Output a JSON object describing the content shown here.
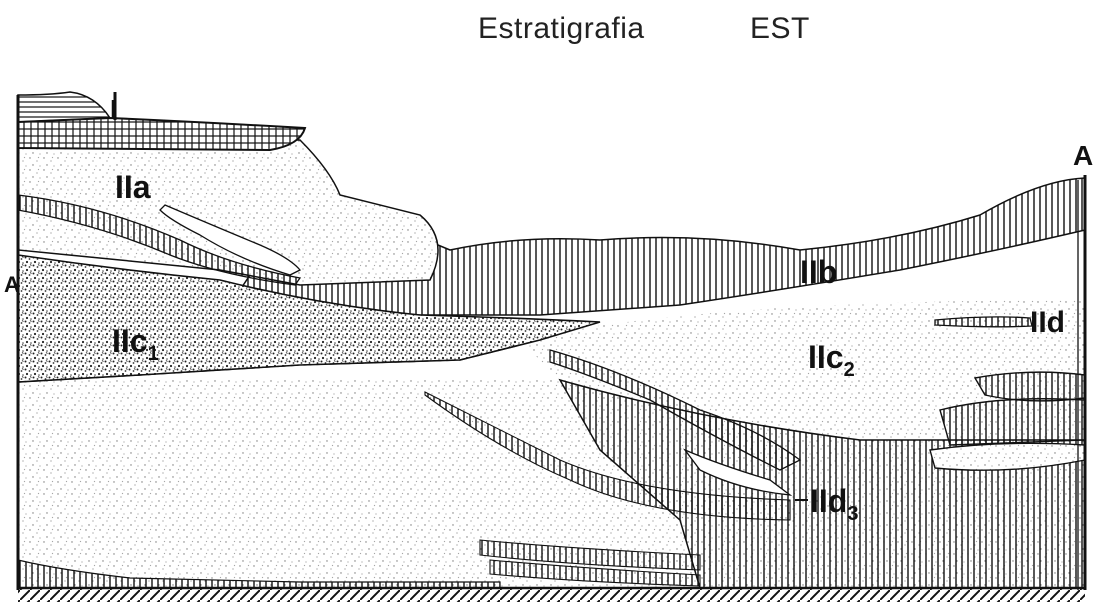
{
  "title": {
    "main": "Estratigrafia",
    "sub": "EST"
  },
  "labels": {
    "top_left_marker": "I",
    "right_marker": "A",
    "left_marker": "A",
    "layer_IIa": "IIa",
    "layer_IIb": "IIb",
    "layer_IIc1_base": "IIc",
    "layer_IIc1_sub": "1",
    "layer_IIc2_base": "IIc",
    "layer_IIc2_sub": "2",
    "layer_IId_right": "IId",
    "layer_IId3_base": "IId",
    "layer_IId3_sub": "3"
  },
  "colors": {
    "ink": "#111111",
    "paper": "#ffffff",
    "stipple": "#777777"
  }
}
